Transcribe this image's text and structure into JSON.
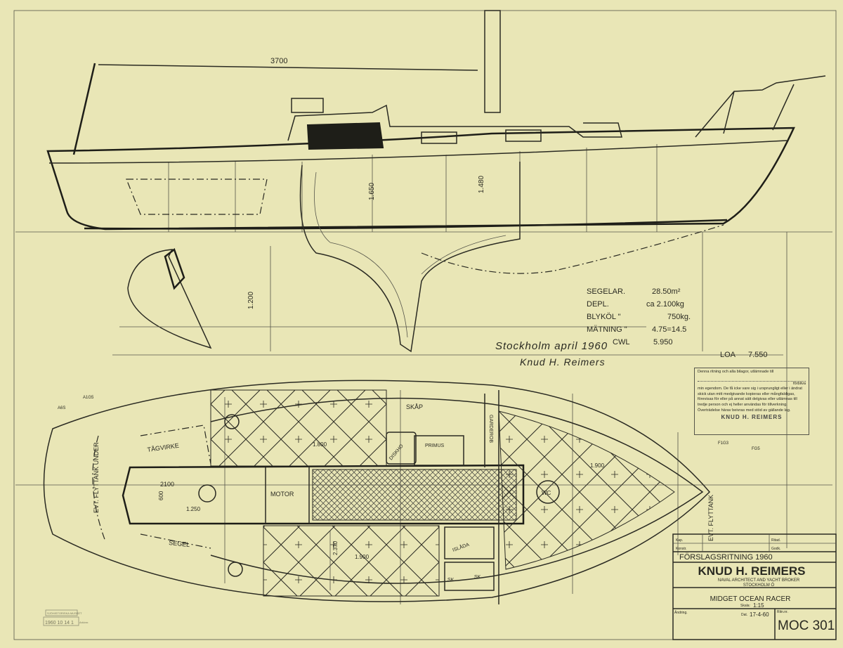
{
  "dimensions": {
    "mast_base": "3700",
    "keel_height": "1.200",
    "cabin_height_1": "1.650",
    "cabin_height_2": "1.480",
    "cockpit_length": "2100",
    "cockpit_width": "600",
    "cockpit_depth": "1.250",
    "berth_1": "1.800",
    "berth_2": "1.900",
    "berth_3": "1.900",
    "width_mid": "2.370",
    "frame_labels": [
      "A1G5",
      "A6S",
      "F1G3",
      "FG5"
    ]
  },
  "specs": [
    {
      "label": "SEGELAR.",
      "value": "28.50m²"
    },
    {
      "label": "DEPL.",
      "value": "ca 2.100kg"
    },
    {
      "label": "BLYKÖL \"",
      "value": "750kg."
    },
    {
      "label": "MÄTNING \"",
      "value": "4.75=14.5"
    },
    {
      "label": "CWL",
      "value": "5.950"
    },
    {
      "label": "LOA",
      "value": "7.550"
    }
  ],
  "signature": {
    "line1": "Stockholm april 1960",
    "line2": "Knud H. Reimers"
  },
  "plan_labels": {
    "tagvirke": "TÅGVIRKE",
    "flyttank_left": "EVT. FLYTTANK UNDER",
    "motor": "MOTOR",
    "segel": "SEGEL",
    "skap": "SKÅP",
    "diskho": "DISKHO",
    "primus": "PRIMUS",
    "garderob": "GARDEROB",
    "wc": "WC",
    "flyttank_right": "EVT. FLYTTANK",
    "isbox": "ISLÅDA",
    "sk1": "SK",
    "sk2": "SK"
  },
  "notice": {
    "text1": "Denna ritning och alla bilagor, utlämnade till",
    "text2": "förblivа",
    "text3": "min egendom. De få icke vare sig i ursprungligt eller i ändrat skick utan mitt medgivande kopieras eller mångfaldigas, förevisas för eller på annat sätt delgivas eller utlämnas till tredje person och ej heller användas för tillverkning. Överträdelse härav beivras med stöd av gällande lag.",
    "signature": "KNUD H. REIMERS"
  },
  "title_block": {
    "row_labels": [
      "Kap.",
      "Konstr.",
      "Ritad.",
      "Godk."
    ],
    "drawing_type": "FÖRSLAGSRITNING 1960",
    "firm": "KNUD H. REIMERS",
    "firm_sub": "NAVAL ARCHITECT AND YACHT BROKER",
    "city": "STOCKHOLM Ö",
    "project": "MIDGET OCEAN RACER",
    "scale_label": "Skala:",
    "scale": "1:15",
    "change_label": "Ändring.",
    "date_label": "Dat.",
    "date": "17-4-60",
    "number_label": "Ritn.nr.",
    "number": "MOC 301"
  },
  "stamp": {
    "line1": "SJÖHISTORISKA MUSEET",
    "line2": "Arkivnr.",
    "line3": "1960 10 14 1"
  }
}
